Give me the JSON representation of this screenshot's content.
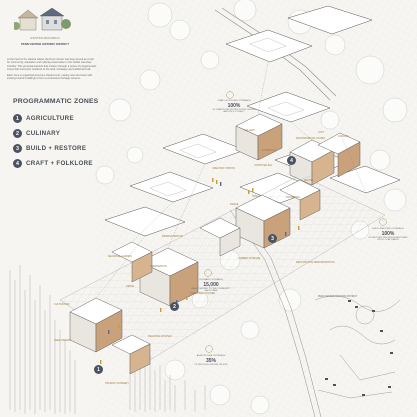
{
  "header": {
    "caption": "EXISTING BUILDINGS",
    "district": "PENN CENTER HISTORIC DISTRICT"
  },
  "intro": [
    "At the heart of St. Helena Island, the Penn Center has long served as a hub for community, education and cultural preservation in the Gullah Geechee Corridor. This proposal extends that mission through a series of programmatic zones that reconnect residents to the land, foodways and traditional craft.",
    "Each zone is organized around a shared court, pairing new structures with existing historic buildings to form a continuous heritage campus."
  ],
  "zones": {
    "title": "PROGRAMMATIC ZONES",
    "items": [
      {
        "num": "1",
        "label": "AGRICULTURE"
      },
      {
        "num": "2",
        "label": "CULINARY"
      },
      {
        "num": "3",
        "label": "BUILD + RESTORE"
      },
      {
        "num": "4",
        "label": "CRAFT + FOLKLORE"
      }
    ]
  },
  "annotations": {
    "craft_outreach": "CRAFT+FOLKLORE OUTREACH",
    "craft_stat": "100%",
    "craft_note": "OF CRAFTS PRODUCED IN THIS CENTER ARE SOLD LOCALLY",
    "gallery": "GALLERY",
    "exhibition": "EXHIBITION",
    "storytelling": "STORYTELLING",
    "dance": "DANCE",
    "woodworking": "WOODWORKING STUDIO",
    "loft": "LOFT",
    "lodging": "LODGING",
    "creation_station": "CREATION STATION",
    "tools": "TOOLS",
    "making": "MAKING",
    "gathering": "GATHERING",
    "demonstration": "DEMONSTRATION",
    "culinary_outreach": "CULINARY OUTREACH",
    "culinary_stat": "15,000",
    "culinary_note": "MEALS SERVED TO THE COMMUNITY EACH YEAR",
    "build_outreach": "BUILD+RESTORE OUTREACH",
    "build_stat": "100%",
    "build_note": "OF HISTORIC BUILDINGS RESTORED WITH LOCAL LABOR",
    "ag_outreach": "AGRICULTURE OUTREACH",
    "ag_stat": "35%",
    "ag_note": "OF PRODUCE GROWN ON SITE",
    "seasonal_garden": "SEASONAL GARDEN",
    "preparation": "PREPARATION",
    "dining": "DINING",
    "communal_kitchen": "COMMUNAL KITCHEN",
    "teaching_kitchen": "TEACHING KITCHEN",
    "seed_library": "SEED LIBRARY",
    "holdout_nursery": "HOLDOUT NURSERY",
    "cultivation": "CULTIVATION",
    "restoration": "RESTORATION DEMONSTRATION",
    "lumber_storage": "LUMBER STORAGE",
    "map_label": "PENN CENTER HISTORIC DISTRICT"
  },
  "colors": {
    "accent": "#4b5260",
    "wood": "#c9a27c",
    "gold": "#9c7c3e",
    "bg": "#f6f5f1"
  }
}
